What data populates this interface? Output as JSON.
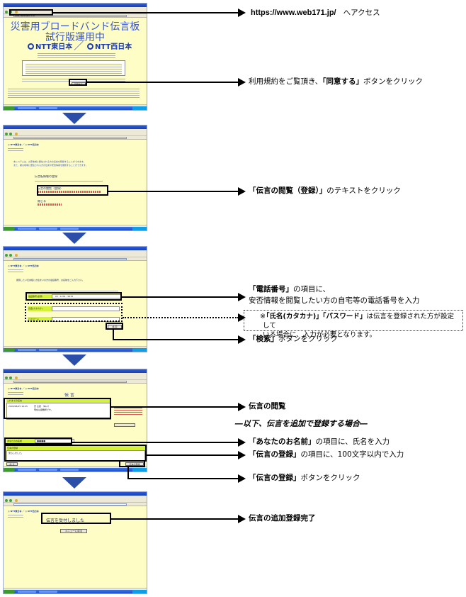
{
  "step1": {
    "url_text": "https://www.web171.jp/",
    "url_suffix": "へアクセス",
    "title_line1": "災害用ブロードバンド伝言板",
    "title_line2": "試行版運用中",
    "ntt_east": "NTT東日本",
    "ntt_west": "NTT西日本",
    "agree_button": "同意する",
    "instruction_pre": "利用規約をご覧頂き、",
    "instruction_bold": "「同意する」",
    "instruction_post": "ボタンをクリック"
  },
  "step2": {
    "intro1": "本システムは、災害地域に居住される方の伝言を登録することができます。",
    "intro2": "また、被災地域に居住される方の伝言や安否情報を閲覧することができます。",
    "register_heading": "伝言板情報の登録",
    "view_link": "伝言の閲覧（登録）",
    "close_label": "閉じる",
    "instruction_bold": "「伝言の閲覧（登録）」",
    "instruction_post": "のテキストをクリック"
  },
  "step3": {
    "prompt": "閲覧したい伝言板にお住まいの方の電話番号、お名前をご入力下さい。",
    "phone_label": "電話番号(必須)",
    "phone_value": "03 - 1234 - 5678",
    "name_label": "氏名(カタカナ)",
    "password_label": "パスワード",
    "search_button": "検 索",
    "annotation_bold": "「電話番号」",
    "annotation_line1_post": "の項目に、",
    "annotation_line2": "安否情報を閲覧したい方の自宅等の電話番号を入力",
    "note_mark": "※",
    "note_bold": "「氏名(カタカナ)」「パスワード」",
    "note_line1_post": "は伝言を登録された方が設定して",
    "note_line2": "いる場合に、入力が必要となります。",
    "search_instruction_bold": "「検索」",
    "search_instruction_post": "ボタンをクリック"
  },
  "step4": {
    "page_title": "伝 言",
    "history_label": "これまでの伝言",
    "entry_date": "2005/08/25 16:45",
    "entry_name": "安 太郎 （本人）",
    "entry_text": "現在は避難所です。",
    "name_label": "あなたのお名前",
    "name_value": "●●●●",
    "message_label": "伝言の登録",
    "message_value": "安心しました。",
    "back_button": "戻 る",
    "register_button": "伝言の登録",
    "view_instruction": "伝言の閲覧",
    "section_heading": "―以下、伝言を追加で登録する場合―",
    "name_instruction_bold": "「あなたのお名前」",
    "name_instruction_post": "の項目に、氏名を入力",
    "message_instruction_bold": "「伝言の登録」",
    "message_instruction_post": "の項目に、100文字以内で入力",
    "register_instruction_bold": "「伝言の登録」",
    "register_instruction_post": "ボタンをクリック"
  },
  "step5": {
    "accepted_text": "伝言を受付しました",
    "menu_button": "メニューに戻る",
    "instruction": "伝言の追加登録完了"
  },
  "colors": {
    "page_yellow": "#fffdc6",
    "arrow_blue": "#2b4fa8",
    "field_green": "#d4f23a",
    "title_blue": "#3b57c9"
  }
}
